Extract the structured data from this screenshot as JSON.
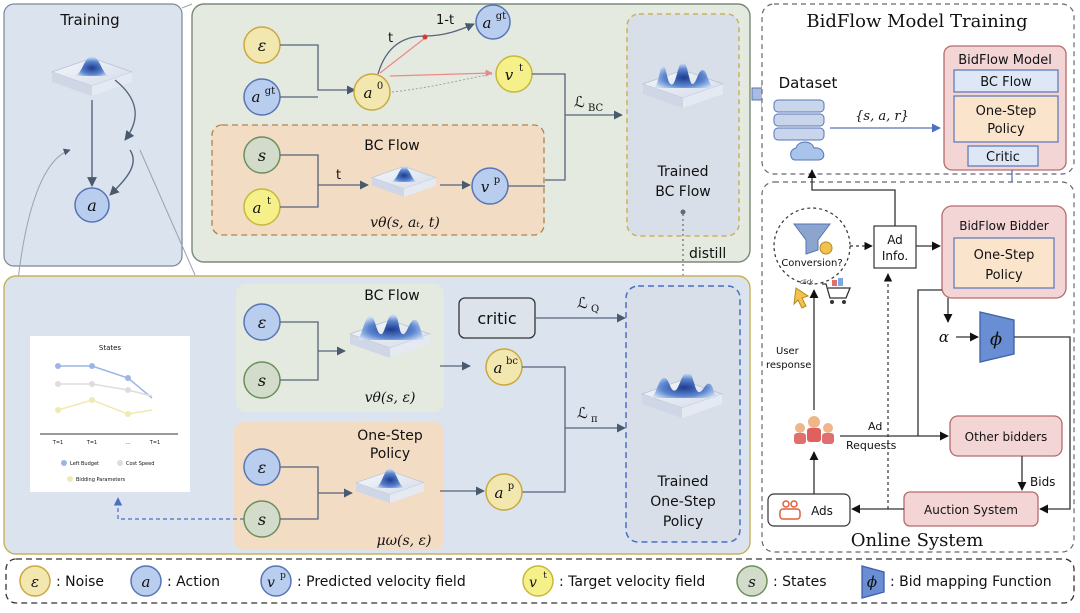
{
  "colors": {
    "noise": "#f3e7b0",
    "noise_stroke": "#c9a93e",
    "action": "#b9cdee",
    "action_stroke": "#5775b5",
    "pred_vel": "#b9cdee",
    "target_vel": "#f5f08a",
    "target_stroke": "#c7b83a",
    "state": "#d3dccb",
    "state_stroke": "#6b8f5c",
    "train_panel": "#e4eadf",
    "bottom_panel": "#dbe4ee",
    "orange_panel": "#f3dcc4",
    "pink_box": "#f3d5d6",
    "pink_stroke": "#b56a6c"
  },
  "training_panel": {
    "title": "Training",
    "action_symbol": "a"
  },
  "top": {
    "noise_symbol": "ε",
    "agt_base": "a",
    "agt_sup": "gt",
    "a0_base": "a",
    "a0_sup": "0",
    "t_label": "t",
    "one_minus_t": "1-t",
    "vt_base": "v",
    "vt_sup": "t",
    "loss_bc_base": "ℒ",
    "loss_bc_sub": "BC",
    "bcflow_title": "BC Flow",
    "state_symbol": "s",
    "at_base": "a",
    "at_sup": "t",
    "t_arrow_label": "t",
    "vp_base": "v",
    "vp_sup": "p",
    "func_label": "vθ(s, aₜ, t)",
    "trained_line1": "Trained",
    "trained_line2": "BC Flow",
    "distill": "distill"
  },
  "bottom": {
    "bcflow_title": "BC Flow",
    "noise_symbol": "ε",
    "state_symbol": "s",
    "func_label": "vθ(s, ε)",
    "critic": "critic",
    "loss_q_base": "ℒ",
    "loss_q_sub": "Q",
    "loss_pi_base": "ℒ",
    "loss_pi_sub": "π",
    "abc_base": "a",
    "abc_sup": "bc",
    "ap_base": "a",
    "ap_sup": "p",
    "policy_line1": "One-Step",
    "policy_line2": "Policy",
    "policy_func": "μω(s, ε)",
    "trained_line1": "Trained",
    "trained_line2": "One-Step",
    "trained_line3": "Policy",
    "states_chart": {
      "title": "States",
      "ticks": [
        "T=1",
        "T=1",
        "...",
        "T=1"
      ],
      "legend": [
        "Left Budget",
        "Cost Speed",
        "Bidding Parameters"
      ]
    }
  },
  "right": {
    "title": "BidFlow Model Training",
    "dataset": "Dataset",
    "tuple": "{s, a, r}",
    "model_title": "BidFlow Model",
    "bcflow": "BC Flow",
    "onestep_line1": "One-Step",
    "onestep_line2": "Policy",
    "critic": "Critic",
    "conversion": "Conversion?",
    "ad_info_1": "Ad",
    "ad_info_2": "Info.",
    "bidder_title": "BidFlow  Bidder",
    "bidder_line1": "One-Step",
    "bidder_line2": "Policy",
    "alpha": "α",
    "phi": "ϕ",
    "user_response_1": "User",
    "user_response_2": "response",
    "ad_requests_1": "Ad",
    "ad_requests_2": "Requests",
    "other_bidders": "Other bidders",
    "bids": "Bids",
    "auction": "Auction System",
    "ads": "Ads",
    "online_title": "Online System",
    "click": "click"
  },
  "legend": [
    {
      "symbol": "ε",
      "text": ": Noise"
    },
    {
      "symbol": "a",
      "text": ": Action"
    },
    {
      "symbol": "vp",
      "text": ": Predicted velocity field"
    },
    {
      "symbol": "vt",
      "text": ": Target velocity field"
    },
    {
      "symbol": "s",
      "text": ": States"
    },
    {
      "symbol": "ϕ",
      "text": ": Bid mapping Function"
    }
  ]
}
